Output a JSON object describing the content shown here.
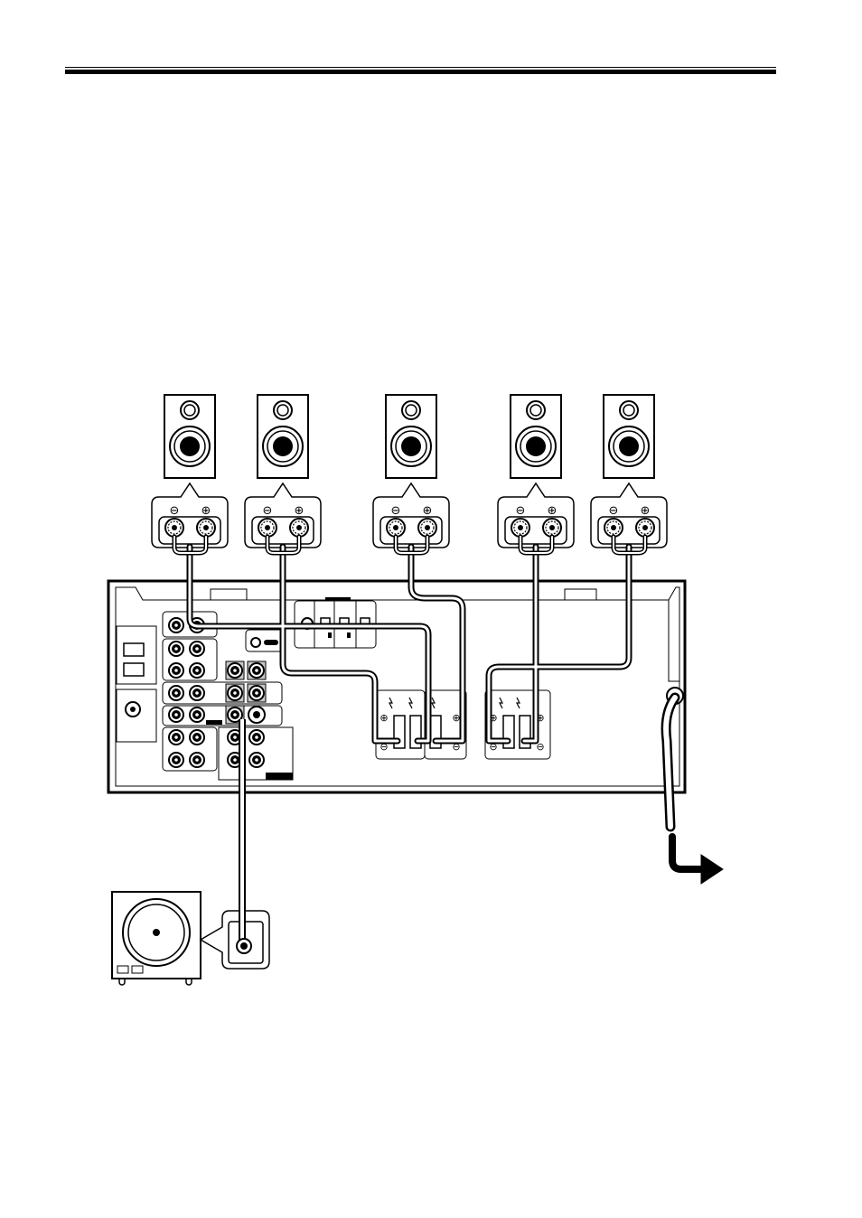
{
  "diagram": {
    "speakers": [
      {
        "id": "speaker-1",
        "terminal_minus": "⊖",
        "terminal_plus": "⊕"
      },
      {
        "id": "speaker-2",
        "terminal_minus": "⊖",
        "terminal_plus": "⊕"
      },
      {
        "id": "speaker-3",
        "terminal_minus": "⊖",
        "terminal_plus": "⊕"
      },
      {
        "id": "speaker-4",
        "terminal_minus": "⊖",
        "terminal_plus": "⊕"
      },
      {
        "id": "speaker-5",
        "terminal_minus": "⊖",
        "terminal_plus": "⊕"
      }
    ],
    "receiver_terminal_polarity": {
      "plus": "⊕",
      "minus": "⊖"
    }
  },
  "colors": {
    "ink": "#000000",
    "paper": "#ffffff",
    "cable": "#9a9a9a",
    "panel_gray": "#c8c8c8"
  }
}
